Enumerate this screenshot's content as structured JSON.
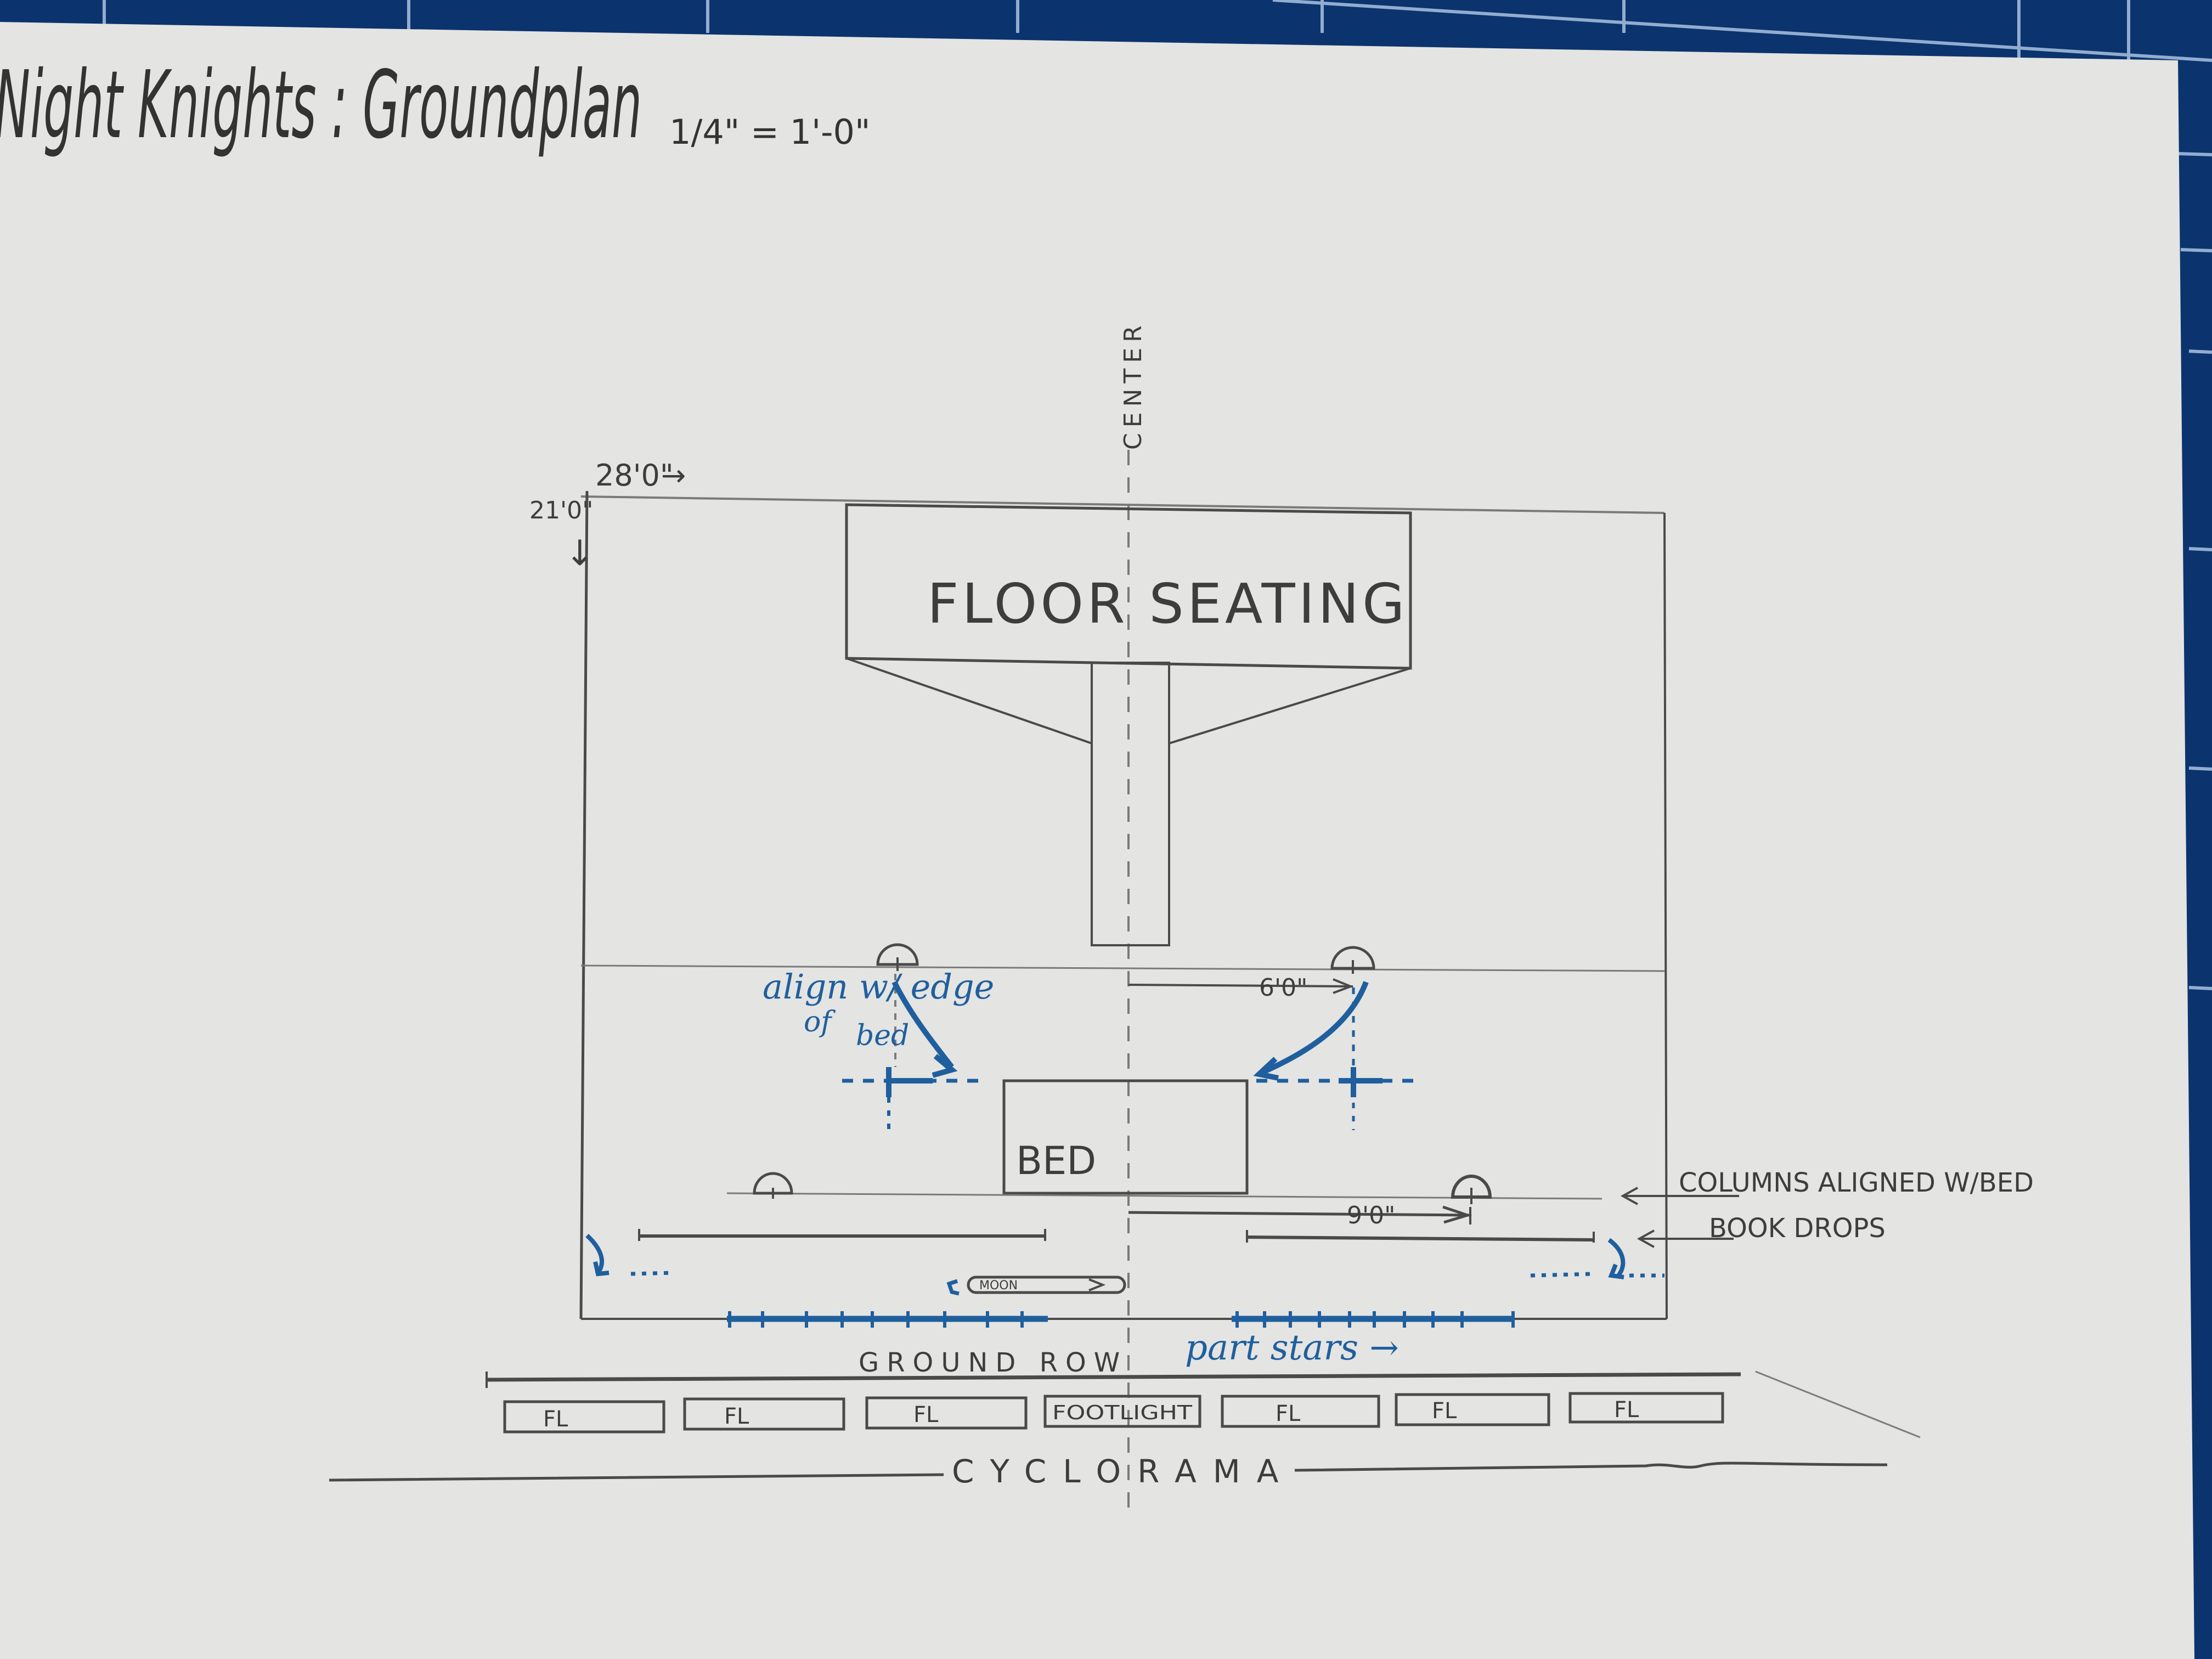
{
  "sheet": {
    "title": "Night Knights : Groundplan",
    "scale": "1/4\" = 1'-0\"",
    "colors": {
      "mat": "#0b336e",
      "mat_grid": "#a9c3e0",
      "paper": "#e4e4e2",
      "pencil": "#4a4a4a",
      "ink": "#1f5f9e"
    }
  },
  "dimensions": {
    "width": "28'0\"",
    "width_arrow": "→",
    "depth": "21'0\"",
    "depth_arrow": "↓",
    "column_offset_upstage": "6'0\"",
    "column_offset_downstage": "9'0\""
  },
  "centerline": {
    "label": "CENTER"
  },
  "seating": {
    "label": "FLOOR SEATING"
  },
  "set_pieces": {
    "bed": "BED",
    "moon": "MOON",
    "ground_row": "GROUND ROW",
    "cyclorama": "CYCLORAMA"
  },
  "footlights": [
    {
      "label": "FL"
    },
    {
      "label": "FL"
    },
    {
      "label": "FL"
    },
    {
      "label": "FOOTLIGHT"
    },
    {
      "label": "FL"
    },
    {
      "label": "FL"
    },
    {
      "label": "FL"
    }
  ],
  "callouts": {
    "columns": "COLUMNS ALIGNED W/BED",
    "book_drops": "BOOK DROPS"
  },
  "ink_notes": {
    "align_note_line1": "align w/ edge",
    "align_note_line2": "of",
    "align_note_line3": "bed",
    "stars_note": "part stars →"
  }
}
